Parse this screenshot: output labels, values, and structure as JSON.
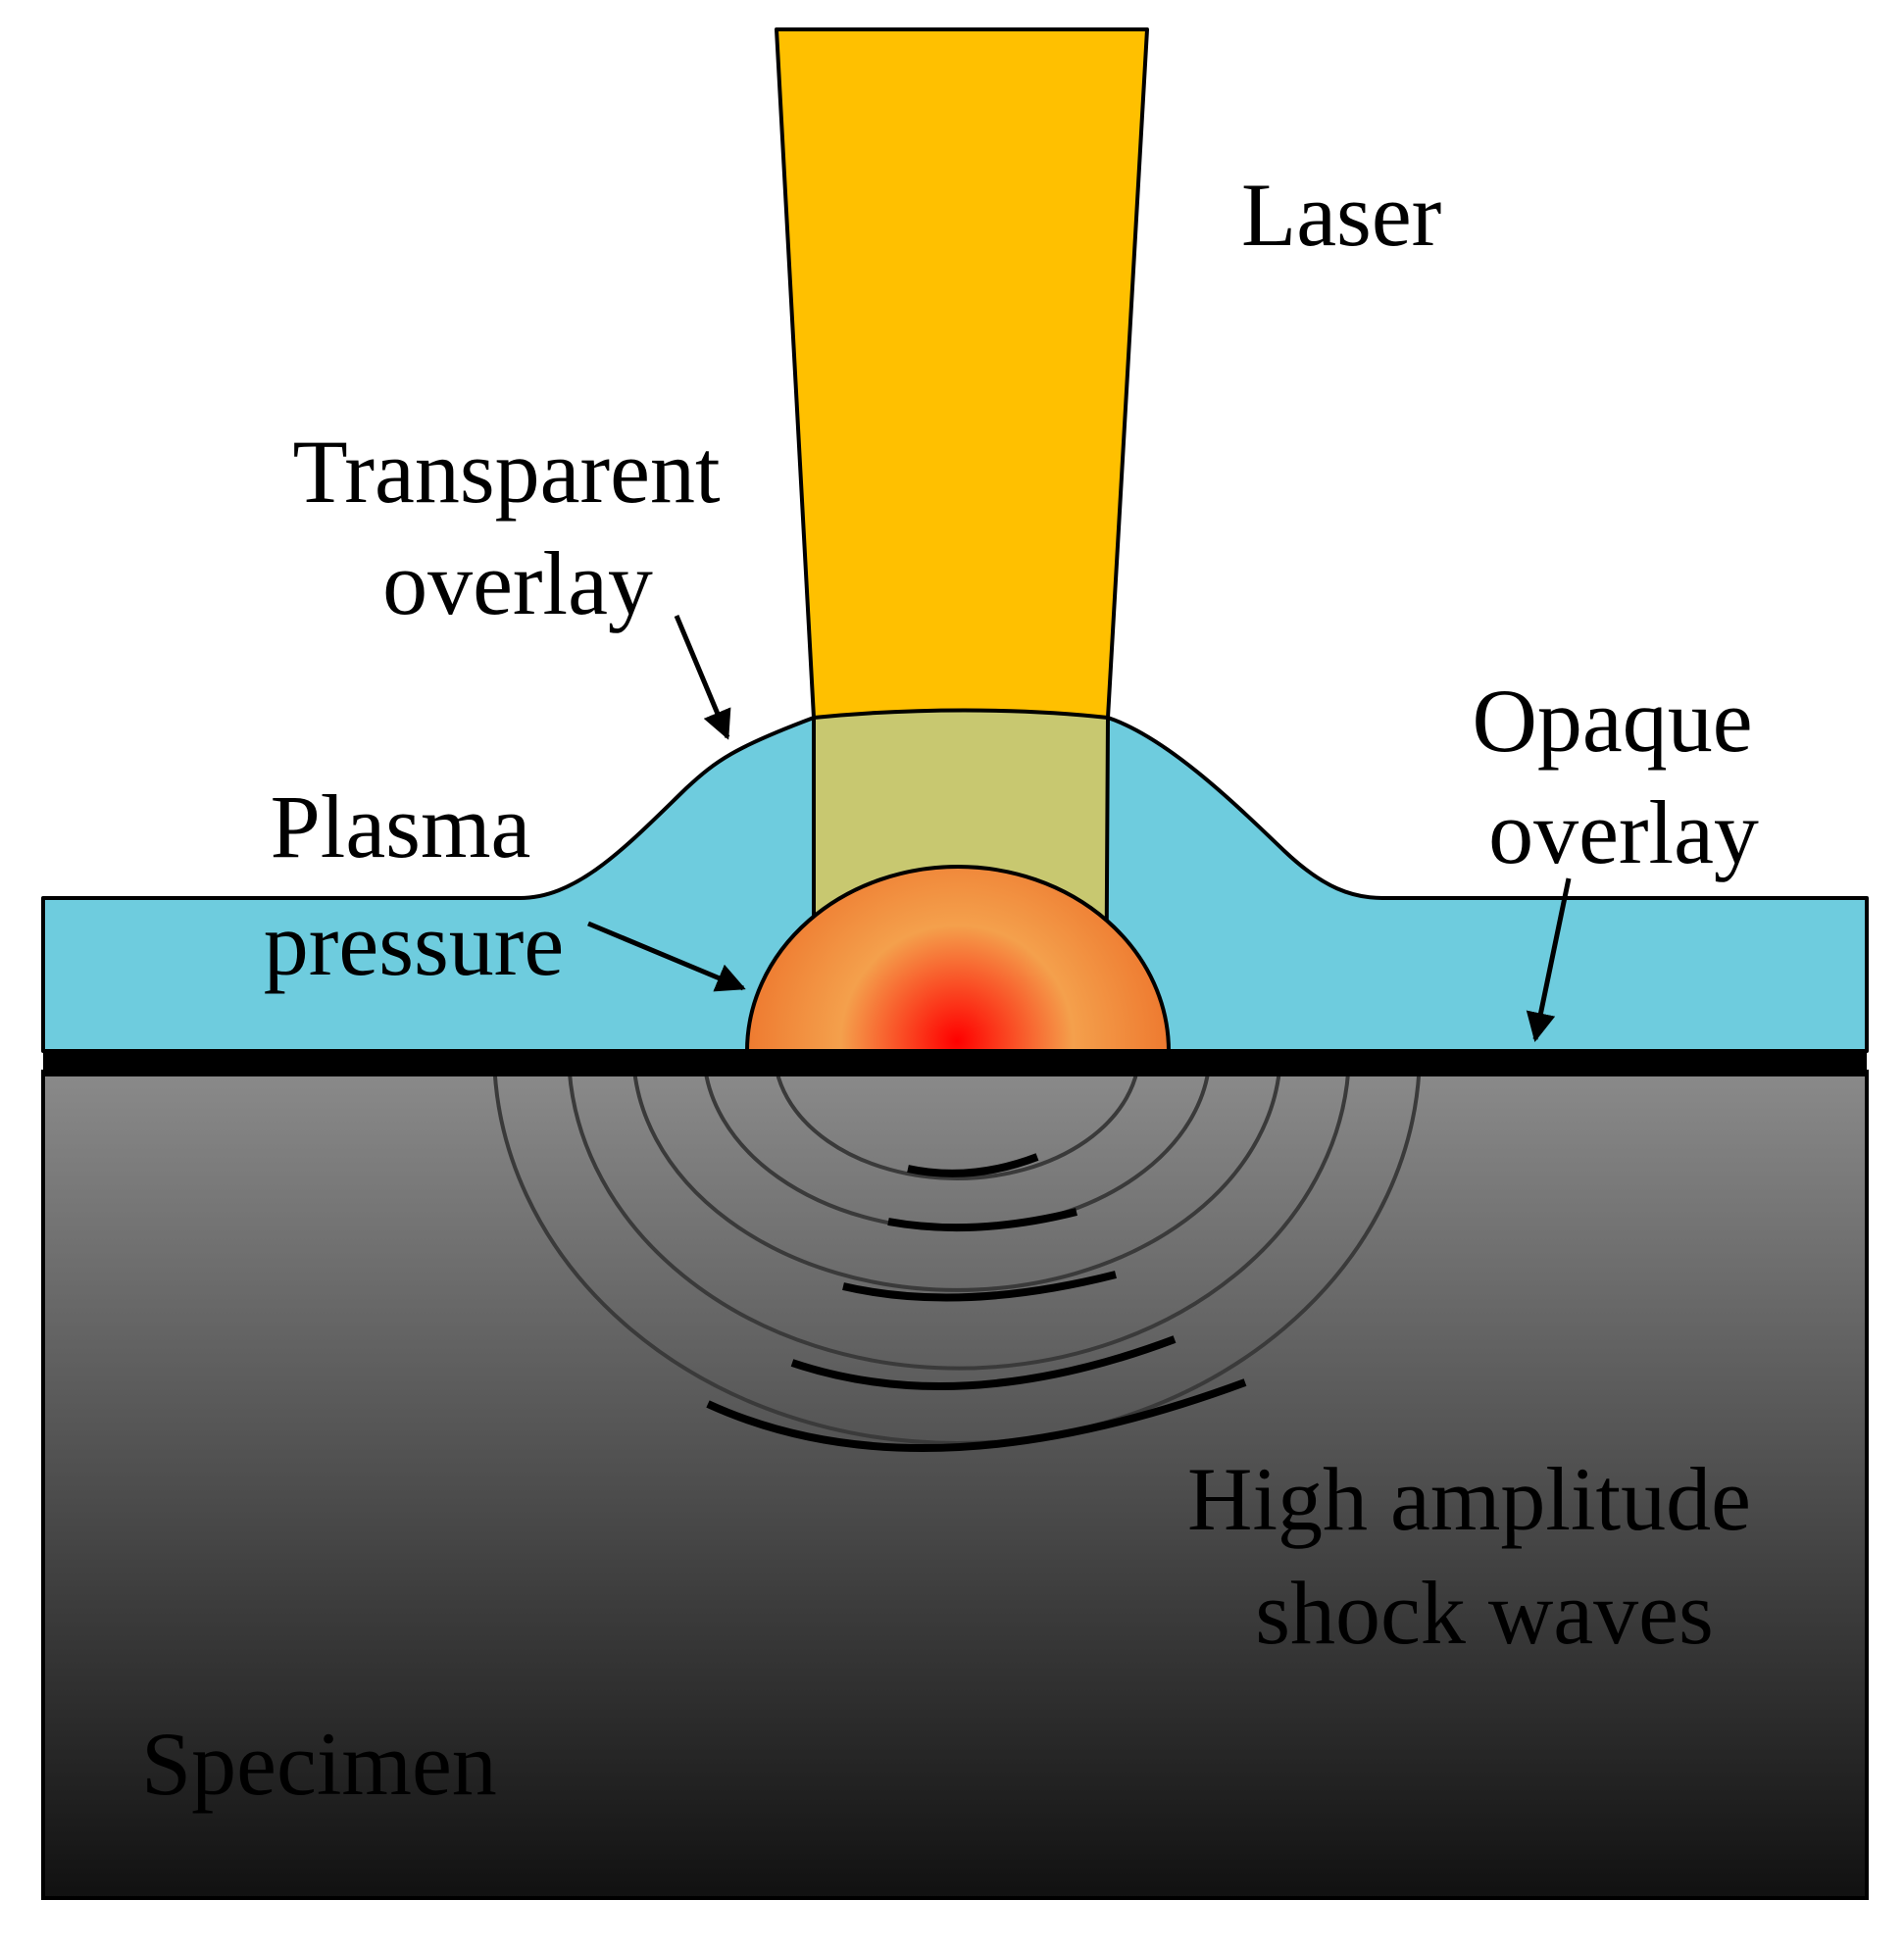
{
  "labels": {
    "laser": "Laser",
    "transparent_overlay": [
      "Transparent",
      "overlay"
    ],
    "opaque_overlay": [
      "Opaque",
      "overlay"
    ],
    "plasma_pressure": [
      "Plasma",
      "pressure"
    ],
    "shock_waves": [
      "High amplitude",
      "shock waves"
    ],
    "specimen": "Specimen"
  },
  "colors": {
    "laser_beam": "#FFC000",
    "beam_in_overlay": "#C8C870",
    "transparent_overlay": "#6ECCDE",
    "plasma_center": "#FF0000",
    "plasma_edge": "#F4A04C",
    "opaque_overlay": "#000000",
    "specimen_top": "#8A8A8A",
    "specimen_bottom": "#111111"
  },
  "shock_wave_count": 5
}
